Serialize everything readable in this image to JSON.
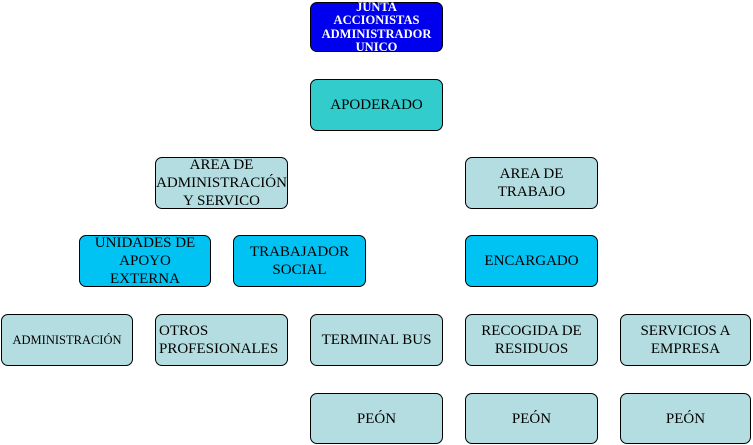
{
  "colors": {
    "top": "#0000ee",
    "apoderado": "#33cccc",
    "light": "#b3dde0",
    "bright": "#00c2f3"
  },
  "nodes": {
    "junta": {
      "label": "JUNTA ACCIONISTAS\nADMINISTRADOR\nUNICO",
      "color": "top"
    },
    "apoderado": {
      "label": "APODERADO",
      "color": "apoderado"
    },
    "area_admin": {
      "label": "AREA DE\nADMINISTRACIÓN\nY SERVICO",
      "color": "light"
    },
    "area_trabajo": {
      "label": "AREA DE\nTRABAJO",
      "color": "light"
    },
    "unidades": {
      "label": "UNIDADES DE\nAPOYO\nEXTERNA",
      "color": "bright"
    },
    "trabajador": {
      "label": "TRABAJADOR\nSOCIAL",
      "color": "bright"
    },
    "encargado": {
      "label": "ENCARGADO",
      "color": "bright"
    },
    "administracion": {
      "label": "ADMINISTRACIÓN",
      "color": "light"
    },
    "otros": {
      "label": "OTROS\nPROFESIONALES",
      "color": "light"
    },
    "terminal": {
      "label": "TERMINAL BUS",
      "color": "light"
    },
    "recogida": {
      "label": "RECOGIDA DE\nRESIDUOS",
      "color": "light"
    },
    "servicios": {
      "label": "SERVICIOS A\nEMPRESA",
      "color": "light"
    },
    "peon1": {
      "label": "PEÓN",
      "color": "light"
    },
    "peon2": {
      "label": "PEÓN",
      "color": "light"
    },
    "peon3": {
      "label": "PEÓN",
      "color": "light"
    }
  }
}
